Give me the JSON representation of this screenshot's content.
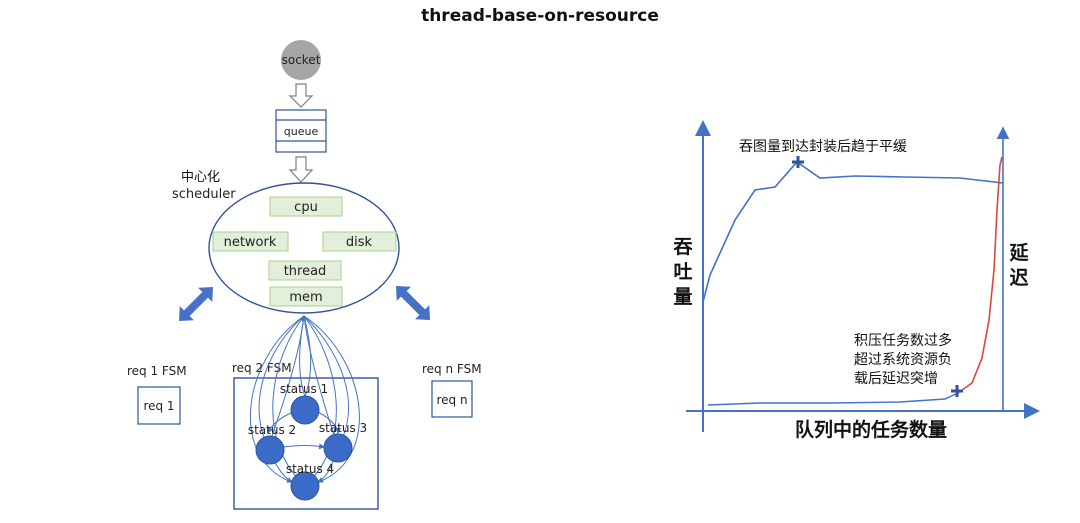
{
  "title": "thread-base-on-resource",
  "left": {
    "socket": "socket",
    "queue": "queue",
    "scheduler_label_1": "中心化",
    "scheduler_label_2": "scheduler",
    "resources": {
      "cpu": "cpu",
      "network": "network",
      "disk": "disk",
      "thread": "thread",
      "mem": "mem"
    },
    "req1_title": "req 1 FSM",
    "req1_box": "req 1",
    "req2_title": "req 2 FSM",
    "reqn_title": "req n FSM",
    "reqn_box": "req n",
    "states": [
      "status 1",
      "status 2",
      "status 3",
      "status 4"
    ]
  },
  "right": {
    "y_left_label": [
      "吞",
      "吐",
      "量"
    ],
    "y_right_label": [
      "延",
      "迟"
    ],
    "x_label": "队列中的任务数量",
    "annotation_top": "吞图量到达封装后趋于平缓",
    "annotation_bottom": [
      "积压任务数过多",
      "超过系统资源负",
      "载后延迟突增"
    ]
  },
  "colors": {
    "accent_blue": "#4472c4",
    "node_blue": "#3b6bc9",
    "resource_green": "#e2efda",
    "latency_red": "#e0443a",
    "socket_gray": "#a6a6a6"
  }
}
